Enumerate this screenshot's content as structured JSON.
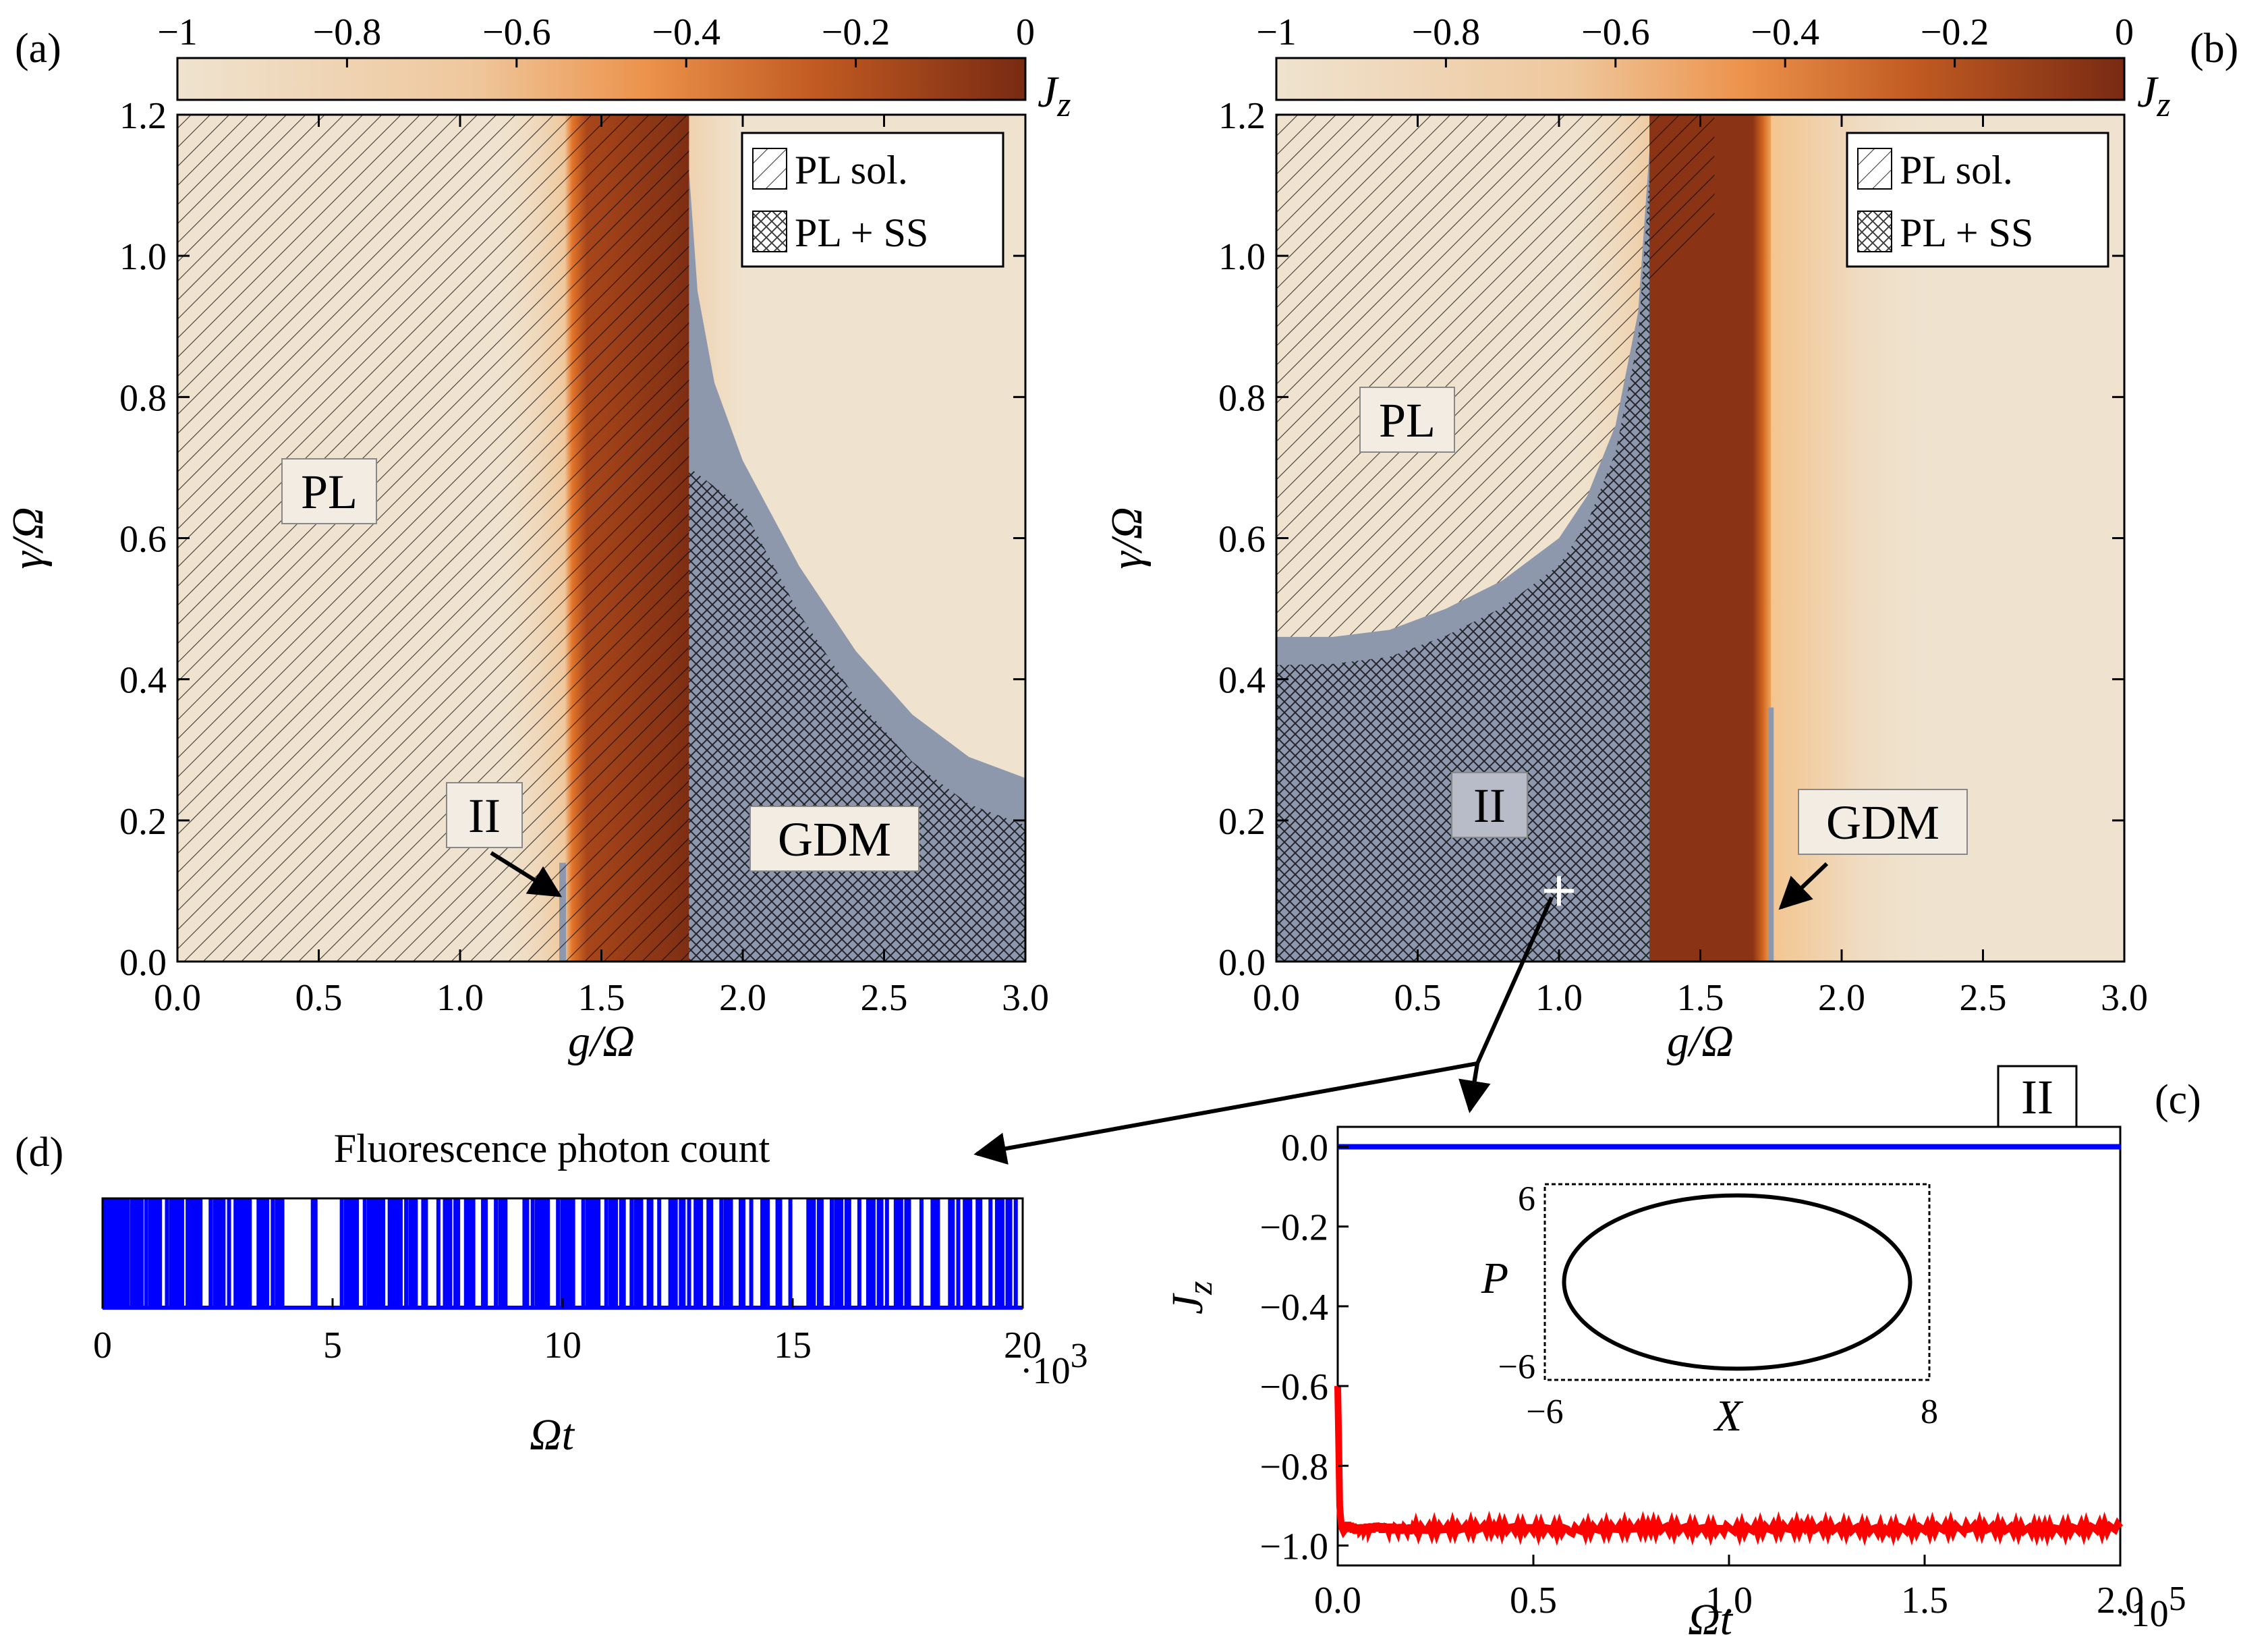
{
  "chart_data": [
    {
      "panel": "(a)",
      "type": "heatmap",
      "xlabel": "g/Ω",
      "ylabel": "γ/Ω",
      "xlim": [
        0,
        3.0
      ],
      "ylim": [
        0,
        1.2
      ],
      "xticks": [
        "0.0",
        "0.5",
        "1.0",
        "1.5",
        "2.0",
        "2.5",
        "3.0"
      ],
      "yticks": [
        "0.0",
        "0.2",
        "0.4",
        "0.6",
        "0.8",
        "1.0",
        "1.2"
      ],
      "colorbar": {
        "label": "J",
        "label_sub": "z",
        "range": [
          -1,
          0
        ],
        "ticks": [
          "−1",
          "−0.8",
          "−0.6",
          "−0.4",
          "−0.2",
          "0"
        ],
        "colors": [
          "#efe3cf",
          "#ecb47a",
          "#e3762b",
          "#b4501c",
          "#7a2c12"
        ]
      },
      "legend": [
        "PL sol.",
        "PL + SS"
      ],
      "legend_position": "top-right",
      "regions": [
        {
          "label": "PL",
          "x": 0.55,
          "y": 0.67
        },
        {
          "label": "II",
          "x": 1.08,
          "y": 0.21
        },
        {
          "label": "GDM",
          "x": 2.3,
          "y": 0.18
        }
      ],
      "dark_band": [
        1.37,
        1.81
      ],
      "blue_boundary": [
        [
          1.81,
          1.12
        ],
        [
          1.84,
          0.95
        ],
        [
          1.9,
          0.82
        ],
        [
          2.0,
          0.71
        ],
        [
          2.2,
          0.56
        ],
        [
          2.4,
          0.44
        ],
        [
          2.6,
          0.35
        ],
        [
          2.8,
          0.29
        ],
        [
          3.0,
          0.26
        ]
      ]
    },
    {
      "panel": "(b)",
      "type": "heatmap",
      "xlabel": "g/Ω",
      "ylabel": "γ/Ω",
      "xlim": [
        0,
        3.0
      ],
      "ylim": [
        0,
        1.2
      ],
      "xticks": [
        "0.0",
        "0.5",
        "1.0",
        "1.5",
        "2.0",
        "2.5",
        "3.0"
      ],
      "yticks": [
        "0.0",
        "0.2",
        "0.4",
        "0.6",
        "0.8",
        "1.0",
        "1.2"
      ],
      "colorbar": {
        "label": "J",
        "label_sub": "z",
        "range": [
          -1,
          0
        ],
        "ticks": [
          "−1",
          "−0.8",
          "−0.6",
          "−0.4",
          "−0.2",
          "0"
        ]
      },
      "legend": [
        "PL sol.",
        "PL + SS"
      ],
      "legend_position": "top-right",
      "regions": [
        {
          "label": "PL",
          "x": 0.5,
          "y": 0.78
        },
        {
          "label": "II",
          "x": 0.75,
          "y": 0.24
        },
        {
          "label": "GDM",
          "x": 2.05,
          "y": 0.2
        }
      ],
      "dark_band": [
        1.32,
        1.75
      ],
      "blue_boundary": [
        [
          0,
          0.46
        ],
        [
          0.2,
          0.46
        ],
        [
          0.4,
          0.47
        ],
        [
          0.6,
          0.5
        ],
        [
          0.8,
          0.54
        ],
        [
          1.0,
          0.6
        ],
        [
          1.1,
          0.66
        ],
        [
          1.2,
          0.76
        ],
        [
          1.28,
          0.92
        ],
        [
          1.32,
          1.15
        ]
      ],
      "marker": {
        "symbol": "+",
        "x": 1.0,
        "y": 0.1
      }
    },
    {
      "panel": "(c)",
      "type": "line",
      "title": "II",
      "xlabel": "Ωt",
      "ylabel": "J",
      "ylabel_sub": "z",
      "xlim": [
        0,
        2.0
      ],
      "ylim": [
        -1.05,
        0.05
      ],
      "x_multiplier": "·10",
      "x_multiplier_exp": "5",
      "xticks": [
        "0.0",
        "0.5",
        "1.0",
        "1.5",
        "2.0"
      ],
      "yticks": [
        "0.0",
        "−0.2",
        "−0.4",
        "−0.6",
        "−0.8",
        "−1.0"
      ],
      "series": [
        {
          "color": "#0000ff",
          "x": [
            0,
            2.0
          ],
          "y": [
            0.0,
            0.0
          ]
        },
        {
          "color": "#ff0000",
          "x": [
            0,
            0.005,
            0.01,
            0.02,
            0.05,
            0.1,
            0.2,
            0.4,
            0.6,
            0.8,
            1.0,
            1.2,
            1.4,
            1.6,
            1.8,
            2.0
          ],
          "y": [
            -0.6,
            -0.9,
            -0.96,
            -0.95,
            -0.96,
            -0.955,
            -0.96,
            -0.955,
            -0.96,
            -0.955,
            -0.96,
            -0.955,
            -0.96,
            -0.955,
            -0.96,
            -0.955
          ]
        }
      ],
      "inset": {
        "type": "line",
        "xlabel": "X",
        "ylabel": "P",
        "xlim": [
          -6,
          8
        ],
        "ylim": [
          -7,
          7
        ],
        "xticks": [
          "−6",
          "8"
        ],
        "yticks": [
          "6",
          "−6"
        ],
        "curve": "ellipse",
        "center": [
          1,
          0
        ],
        "radii": [
          6.3,
          6.2
        ]
      }
    },
    {
      "panel": "(d)",
      "type": "bar",
      "title": "Fluorescence photon count",
      "xlabel": "Ωt",
      "xlim": [
        0,
        20
      ],
      "x_multiplier": "·10",
      "x_multiplier_exp": "3",
      "xticks": [
        "0",
        "5",
        "10",
        "15",
        "20"
      ],
      "color": "#0000ff",
      "events": [
        0.08,
        0.18,
        0.3,
        0.45,
        0.55,
        0.7,
        0.82,
        0.95,
        1.1,
        1.22,
        1.4,
        1.55,
        1.7,
        1.85,
        1.95,
        2.1,
        2.35,
        2.5,
        2.6,
        2.75,
        2.95,
        3.1,
        3.2,
        3.45,
        3.55,
        3.7,
        3.85,
        4.6,
        5.2,
        5.35,
        5.5,
        5.7,
        5.85,
        6.0,
        6.1,
        6.3,
        6.45,
        6.6,
        6.75,
        7.0,
        7.3,
        7.5,
        7.7,
        7.9,
        8.0,
        8.3,
        8.55,
        8.7,
        9.2,
        9.35,
        9.5,
        9.65,
        9.9,
        10.05,
        10.2,
        10.45,
        10.6,
        10.75,
        10.95,
        11.1,
        11.3,
        11.5,
        11.65,
        11.9,
        12.1,
        12.4,
        12.6,
        12.75,
        12.95,
        13.2,
        13.45,
        13.6,
        13.9,
        14.1,
        14.4,
        14.7,
        14.95,
        15.4,
        15.6,
        15.85,
        16.0,
        16.2,
        16.45,
        16.7,
        16.9,
        17.05,
        17.3,
        17.5,
        17.8,
        18.1,
        18.45,
        18.6,
        18.8,
        19.05,
        19.3,
        19.5,
        19.7,
        19.85
      ]
    }
  ],
  "figure": {
    "arrow_color": "#000000",
    "marker_color": "#ffffff"
  }
}
